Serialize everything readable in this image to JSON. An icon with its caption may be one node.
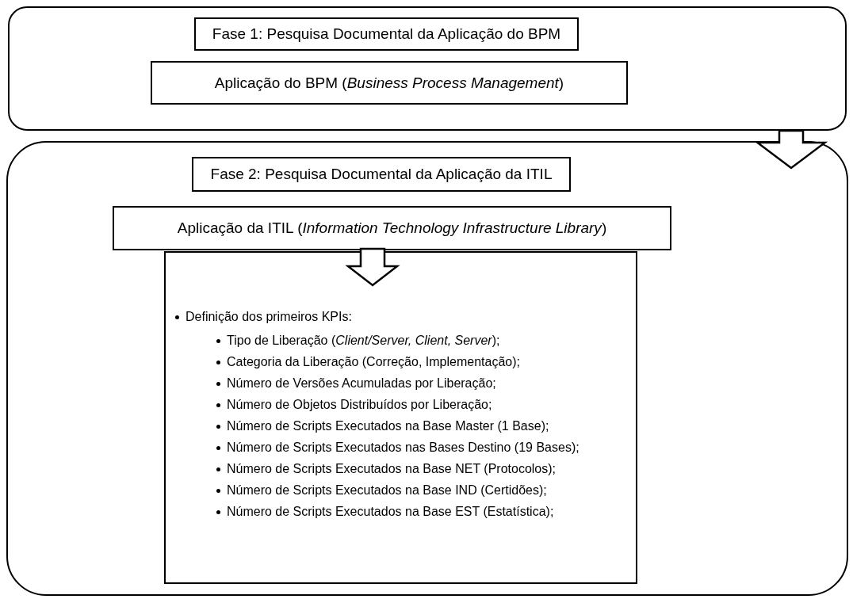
{
  "diagram": {
    "nodes": [
      {
        "text": [],
        "shape": "box"
      },
      {
        "text": [
          "Fase 1: Pesquisa Documental da Aplicação do BPM"
        ],
        "in": 0
      },
      {
        "text": [
          "Aplicação do BPM (*Business Process Management*)"
        ],
        "in": 0
      },
      {
        "text": [],
        "shape": "box"
      },
      {
        "text": [
          "Fase 2: Pesquisa Documental da Aplicação da ITIL"
        ],
        "in": 3
      },
      {
        "text": [
          "Aplicação da ITIL (*Information Technology Infrastructure Library*)"
        ],
        "in": 3
      },
      {
        "text": [
          "Definição dos primeiros KPIs:",
          "Tipo de Liberação (*Client/Server, Client, Server*);",
          "Categoria da Liberação (Correção, Implementação);",
          "Número de Versões Acumuladas por Liberação;",
          "Número de Objetos Distribuídos por Liberação;",
          "Número de Scripts Executados na Base Master (1 Base);",
          "Número de Scripts Executados nas Bases Destino (19 Bases);",
          "Número de Scripts Executados na Base NET (Protocolos);",
          "Número de Scripts Executados na Base IND (Certidões);",
          "Número de Scripts Executados na Base EST (Estatística);"
        ],
        "in": 3
      }
    ],
    "edges": [
      {
        "from": 0,
        "to": 3,
        "arrow": "to"
      },
      {
        "from": 5,
        "to": 6,
        "arrow": "to"
      }
    ]
  }
}
